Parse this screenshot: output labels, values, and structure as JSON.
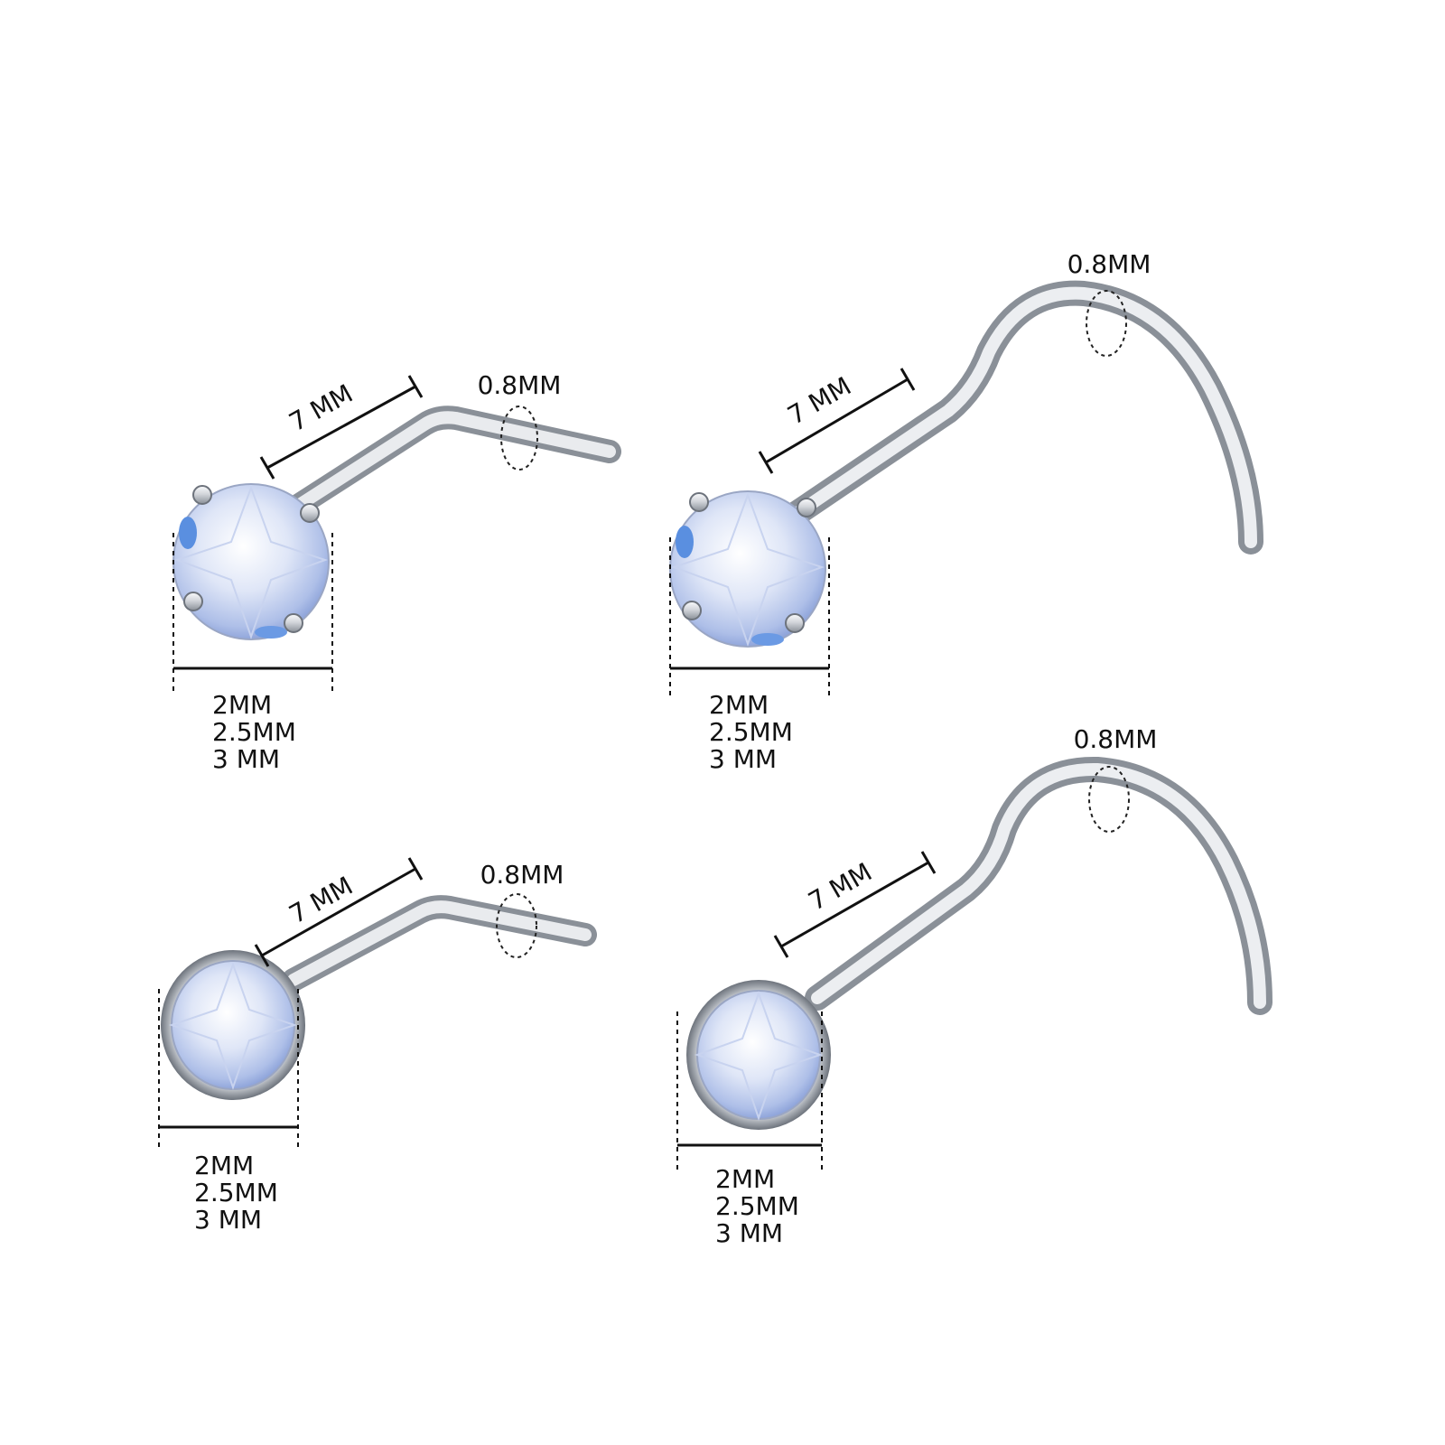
{
  "colors": {
    "background": "#ffffff",
    "metal_light": "#f4f5f7",
    "metal_mid": "#c9ccd2",
    "metal_dark": "#7d838c",
    "gem_light": "#eef3ff",
    "gem_mid": "#b8c7ee",
    "gem_blue": "#5a8fe0",
    "ink": "#111111"
  },
  "icons": {
    "prong_stud": "prong-setting-gem-icon",
    "bezel_stud": "bezel-setting-gem-icon",
    "dotted_circle": "dotted-circle-marker-icon"
  },
  "items": [
    {
      "style": "L-shape",
      "setting": "prong",
      "post_length_label": "7 MM",
      "gauge_label": "0.8MM",
      "gem_sizes": [
        "2MM",
        "2.5MM",
        "3 MM"
      ]
    },
    {
      "style": "screw",
      "setting": "prong",
      "post_length_label": "7 MM",
      "gauge_label": "0.8MM",
      "gem_sizes": [
        "2MM",
        "2.5MM",
        "3 MM"
      ]
    },
    {
      "style": "L-shape",
      "setting": "bezel",
      "post_length_label": "7 MM",
      "gauge_label": "0.8MM",
      "gem_sizes": [
        "2MM",
        "2.5MM",
        "3 MM"
      ]
    },
    {
      "style": "screw",
      "setting": "bezel",
      "post_length_label": "7 MM",
      "gauge_label": "0.8MM",
      "gem_sizes": [
        "2MM",
        "2.5MM",
        "3 MM"
      ]
    }
  ]
}
